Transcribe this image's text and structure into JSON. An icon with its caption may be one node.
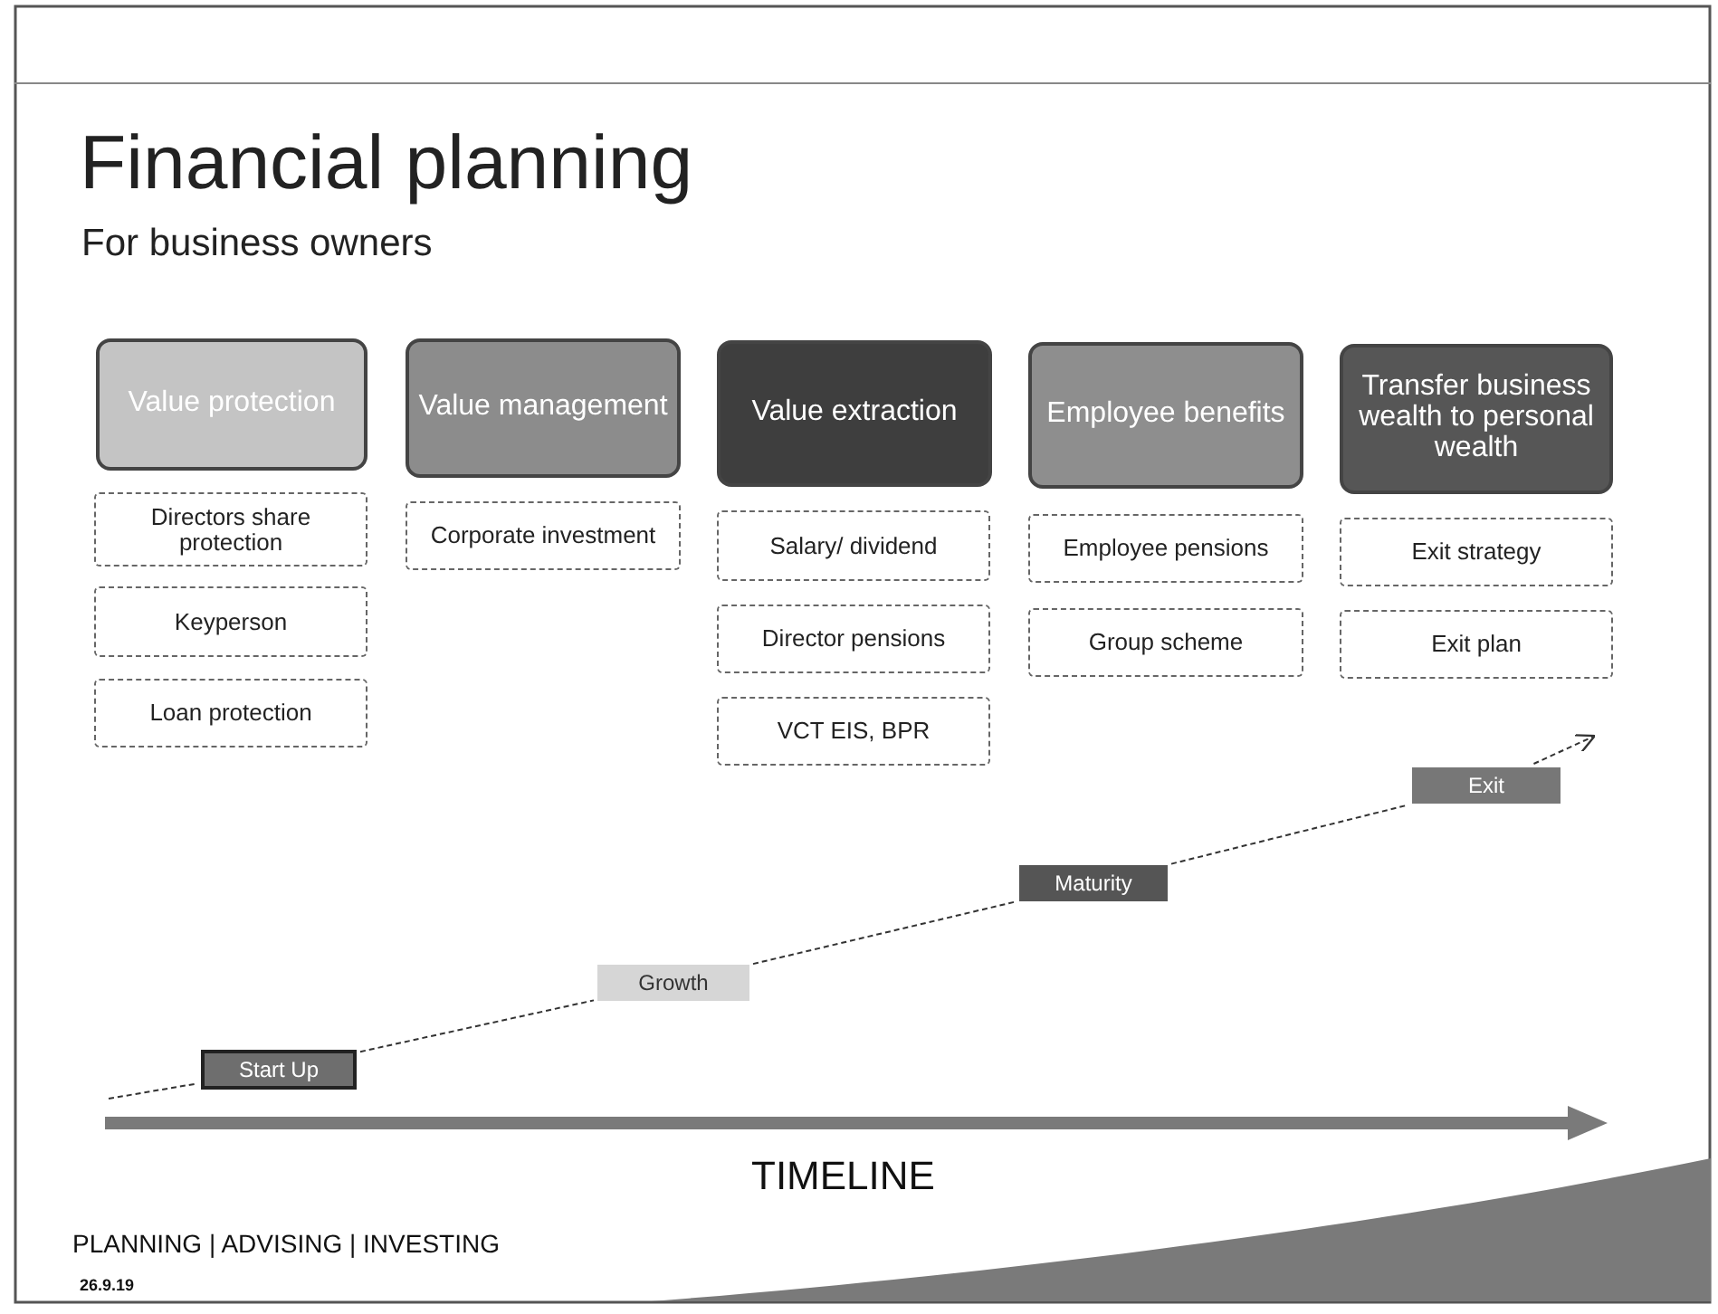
{
  "diagram": {
    "title": "Financial planning",
    "caption": "For business owners",
    "nodes": [
      {
        "text": [
          "Value protection"
        ]
      },
      {
        "text": [
          "Value management"
        ]
      },
      {
        "text": [
          "Value extraction"
        ]
      },
      {
        "text": [
          "Employee benefits"
        ]
      },
      {
        "text": [
          "Transfer business wealth to personal wealth"
        ]
      },
      {
        "text": [
          "Directors share protection"
        ]
      },
      {
        "text": [
          "Keyperson"
        ]
      },
      {
        "text": [
          "Loan protection"
        ]
      },
      {
        "text": [
          "Corporate investment"
        ]
      },
      {
        "text": [
          "Salary/ dividend"
        ]
      },
      {
        "text": [
          "Director pensions"
        ]
      },
      {
        "text": [
          "VCT EIS, BPR"
        ]
      },
      {
        "text": [
          "Employee pensions"
        ]
      },
      {
        "text": [
          "Group scheme"
        ]
      },
      {
        "text": [
          "Exit strategy"
        ]
      },
      {
        "text": [
          "Exit plan"
        ]
      },
      {
        "text": [
          "Start Up"
        ]
      },
      {
        "text": [
          "Growth"
        ]
      },
      {
        "text": [
          "Maturity"
        ]
      },
      {
        "text": [
          "Exit"
        ]
      }
    ],
    "edges": [
      {
        "from": null,
        "to": 16,
        "arrow": "none",
        "style": "dashed"
      },
      {
        "from": 16,
        "to": 17,
        "arrow": "none",
        "style": "dashed"
      },
      {
        "from": 17,
        "to": 18,
        "arrow": "none",
        "style": "dashed"
      },
      {
        "from": 18,
        "to": 19,
        "arrow": "none",
        "style": "dashed"
      },
      {
        "from": 19,
        "to": null,
        "arrow": "to",
        "style": "dashed"
      }
    ],
    "labels": [
      "TIMELINE",
      "PLANNING | ADVISING | INVESTING",
      "26.9.19"
    ]
  }
}
